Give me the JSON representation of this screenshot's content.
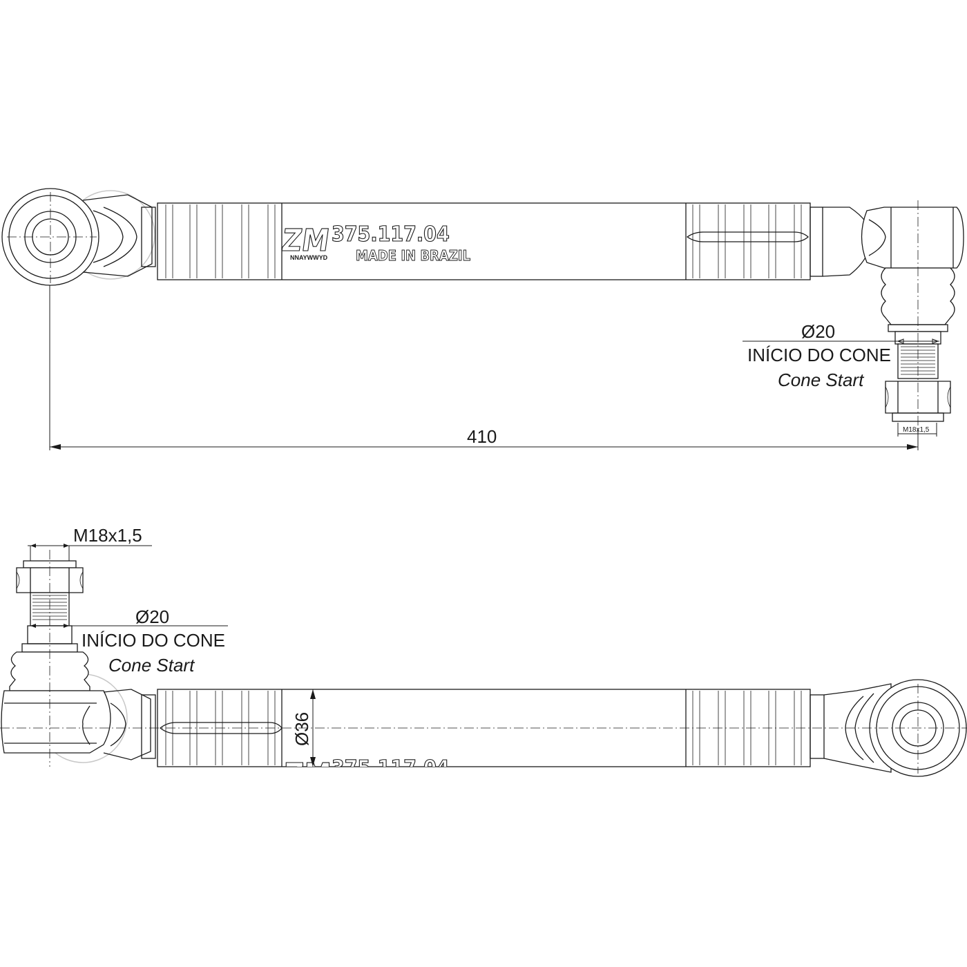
{
  "product": {
    "brand_mark": "ZM",
    "part_number": "375.117.04",
    "origin": "MADE IN BRAZIL",
    "date_code": "NNAYWWYD"
  },
  "top_view": {
    "length_dimension": "410",
    "cone_diameter": "Ø20",
    "cone_label_pt": "INÍCIO DO CONE",
    "cone_label_en": "Cone Start",
    "thread_small": "M18x1,5"
  },
  "bottom_view": {
    "thread": "M18x1,5",
    "cone_diameter": "Ø20",
    "cone_label_pt": "INÍCIO DO CONE",
    "cone_label_en": "Cone Start",
    "tube_diameter": "Ø36",
    "part_number_partial": "375.117.04"
  },
  "colors": {
    "line": "#1a1a1a",
    "background": "#ffffff",
    "watermark": "#c8c8c8"
  }
}
